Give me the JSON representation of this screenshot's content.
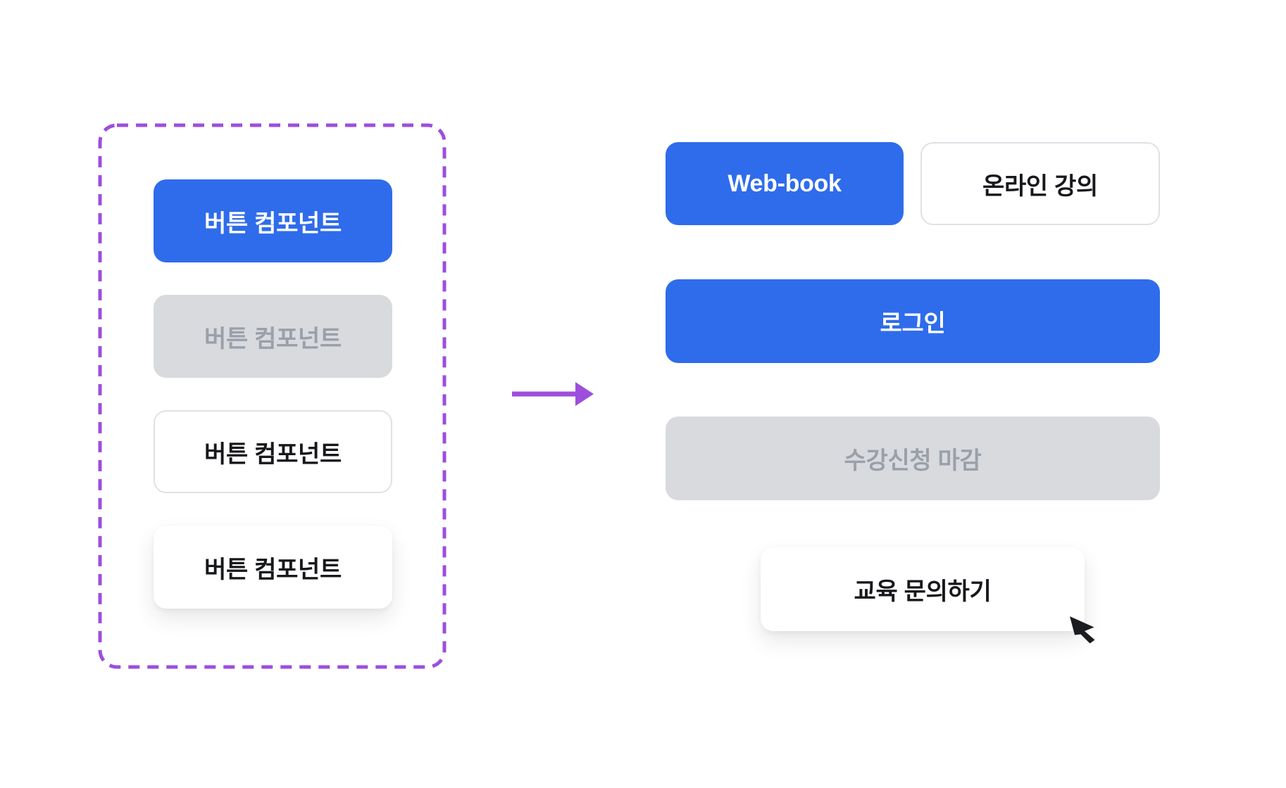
{
  "colors": {
    "canvas-bg": "#ffffff",
    "primary-blue": "#2f6ceb",
    "disabled-gray": "#d8dade",
    "disabled-text": "#9aa0a9",
    "outline-border": "#dfe1e6",
    "text-dark": "#17181c",
    "accent-purple": "#9d4edd",
    "cursor-black": "#1b1c20"
  },
  "source_panel": {
    "buttons": [
      {
        "label": "버튼 컴포넌트",
        "variant": "primary"
      },
      {
        "label": "버튼 컴포넌트",
        "variant": "disabled"
      },
      {
        "label": "버튼 컴포넌트",
        "variant": "outlined"
      },
      {
        "label": "버튼 컴포넌트",
        "variant": "elevated"
      }
    ]
  },
  "result_panel": {
    "buttons": [
      {
        "label": "Web-book",
        "variant": "primary"
      },
      {
        "label": "온라인 강의",
        "variant": "outlined"
      },
      {
        "label": "로그인",
        "variant": "primary"
      },
      {
        "label": "수강신청 마감",
        "variant": "disabled"
      },
      {
        "label": "교육 문의하기",
        "variant": "elevated"
      }
    ]
  }
}
